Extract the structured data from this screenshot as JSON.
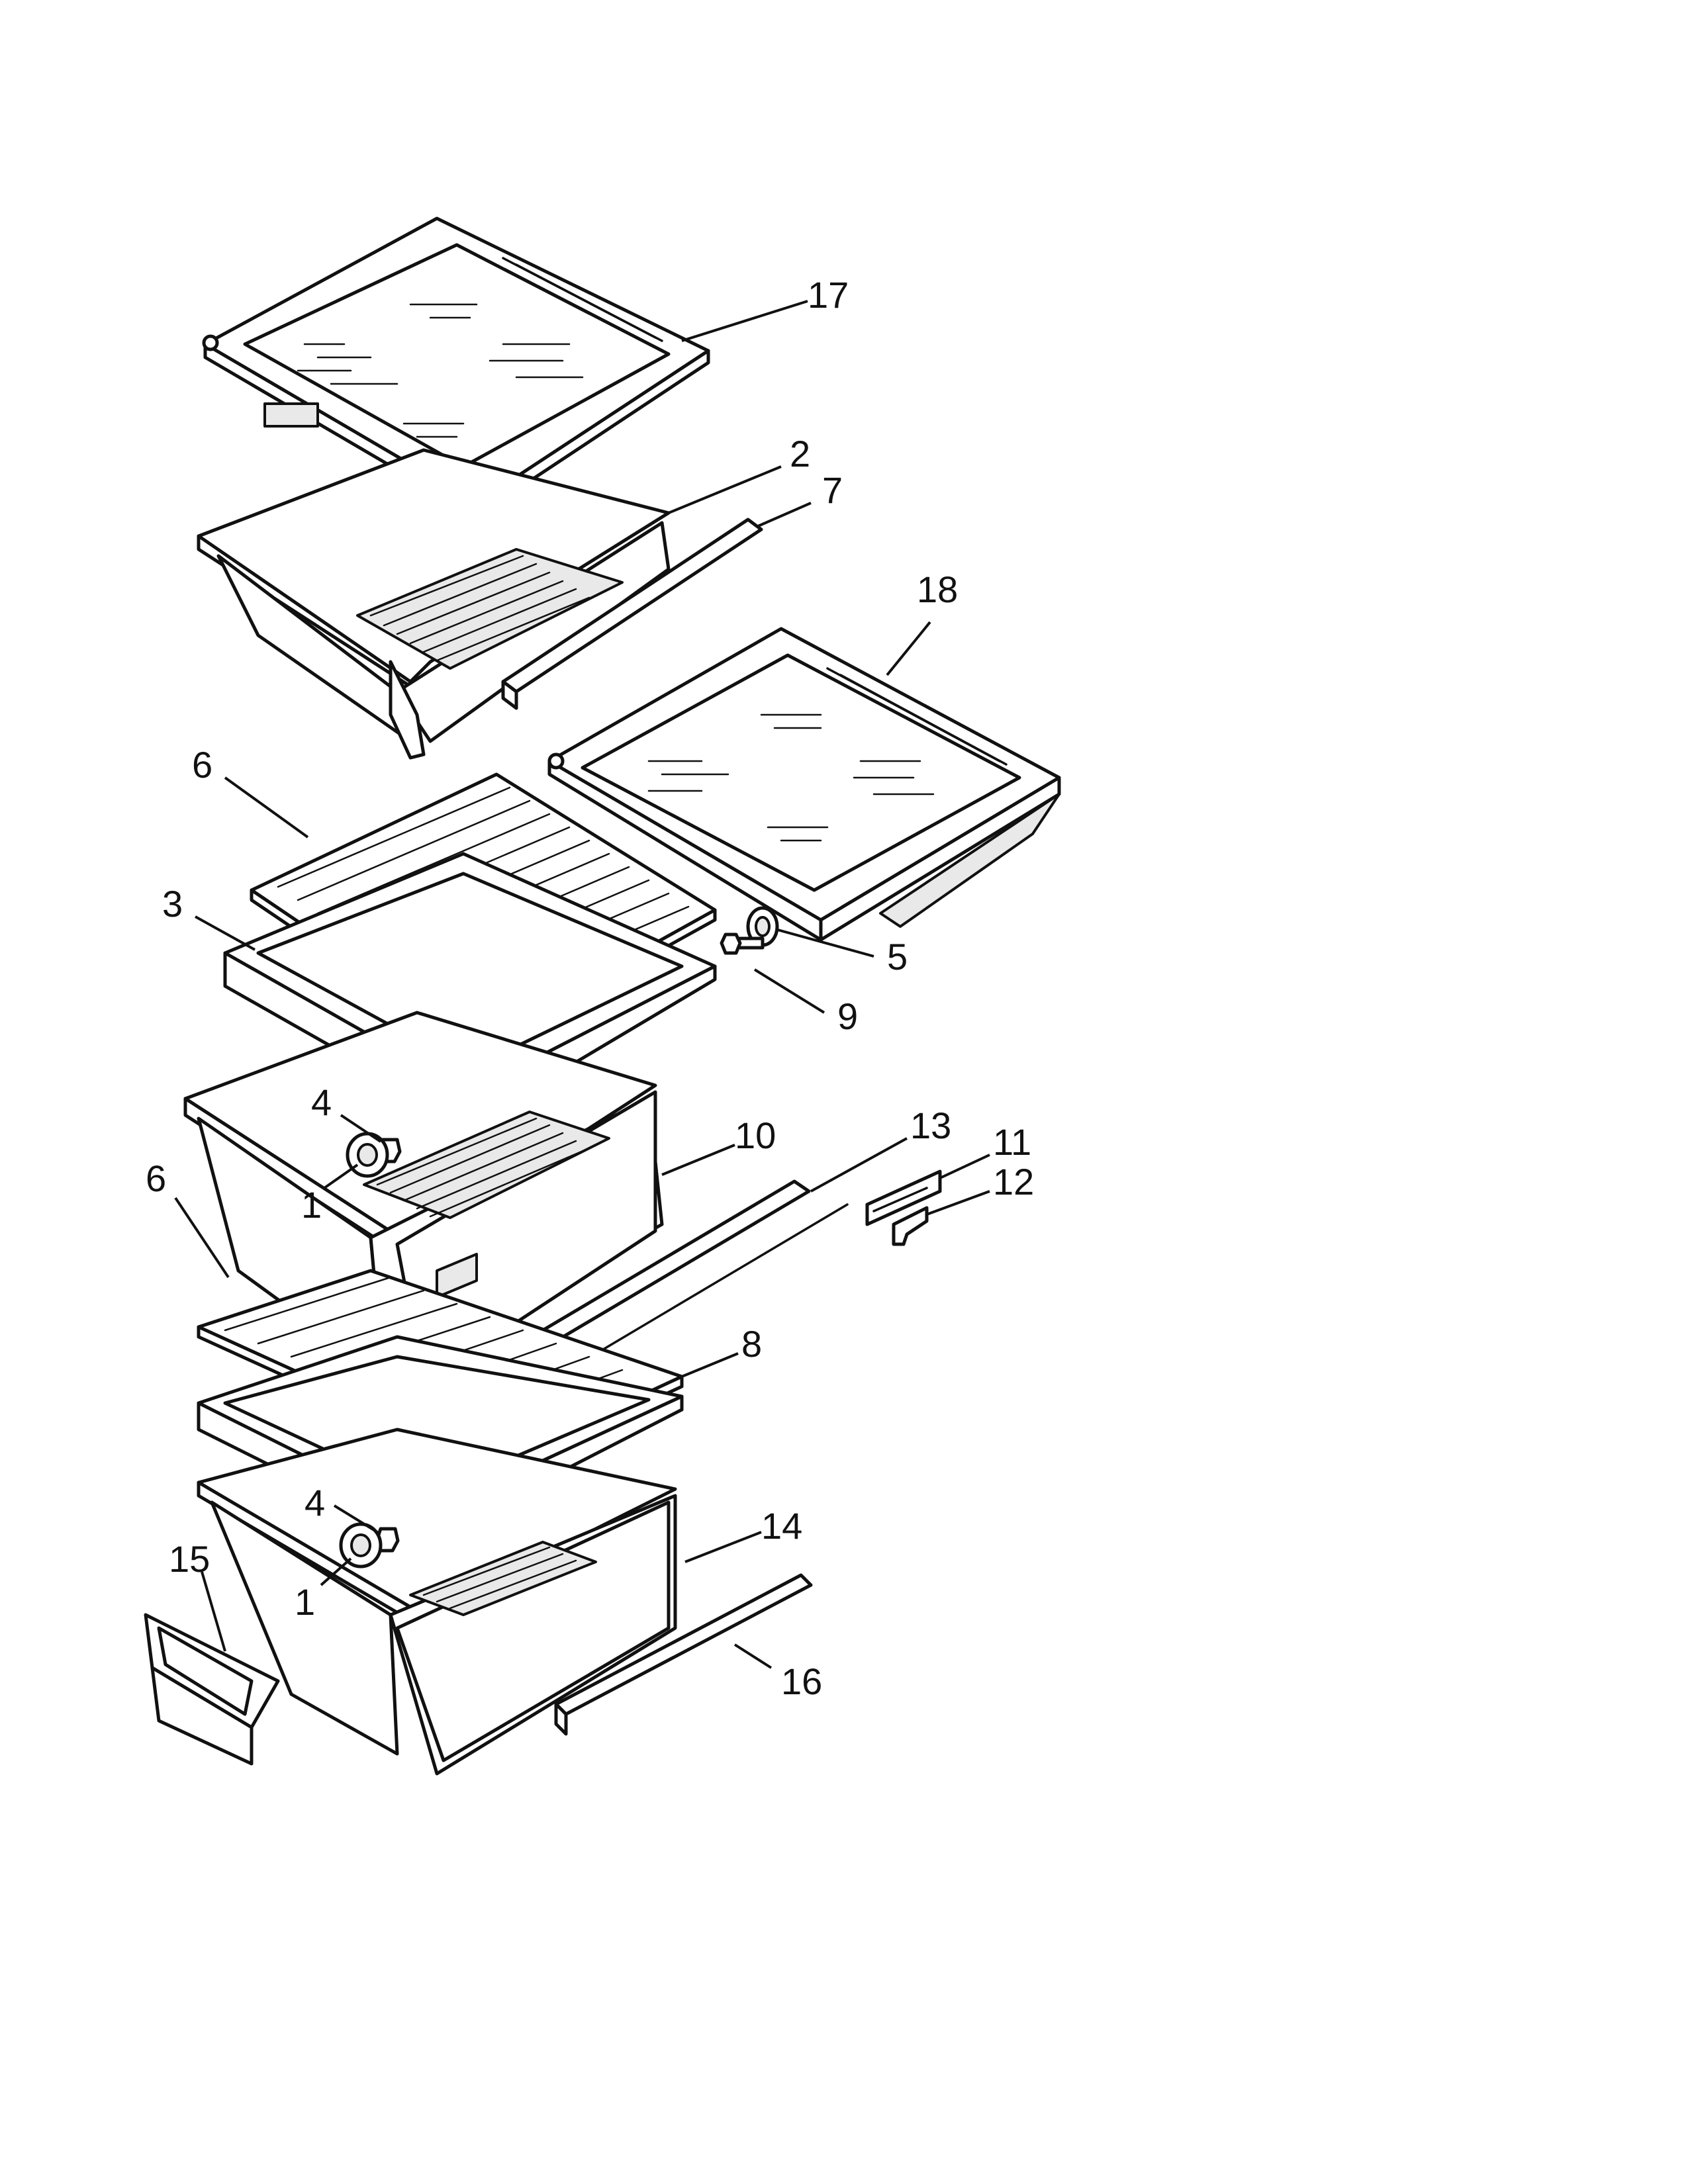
{
  "callouts": [
    {
      "id": "17",
      "label": "17"
    },
    {
      "id": "2",
      "label": "2"
    },
    {
      "id": "7",
      "label": "7"
    },
    {
      "id": "18",
      "label": "18"
    },
    {
      "id": "6a",
      "label": "6"
    },
    {
      "id": "3",
      "label": "3"
    },
    {
      "id": "5",
      "label": "5"
    },
    {
      "id": "9",
      "label": "9"
    },
    {
      "id": "4a",
      "label": "4"
    },
    {
      "id": "1a",
      "label": "1"
    },
    {
      "id": "10",
      "label": "10"
    },
    {
      "id": "13",
      "label": "13"
    },
    {
      "id": "11",
      "label": "11"
    },
    {
      "id": "12",
      "label": "12"
    },
    {
      "id": "6b",
      "label": "6"
    },
    {
      "id": "8",
      "label": "8"
    },
    {
      "id": "4b",
      "label": "4"
    },
    {
      "id": "15",
      "label": "15"
    },
    {
      "id": "14",
      "label": "14"
    },
    {
      "id": "1b",
      "label": "1"
    },
    {
      "id": "16",
      "label": "16"
    }
  ]
}
